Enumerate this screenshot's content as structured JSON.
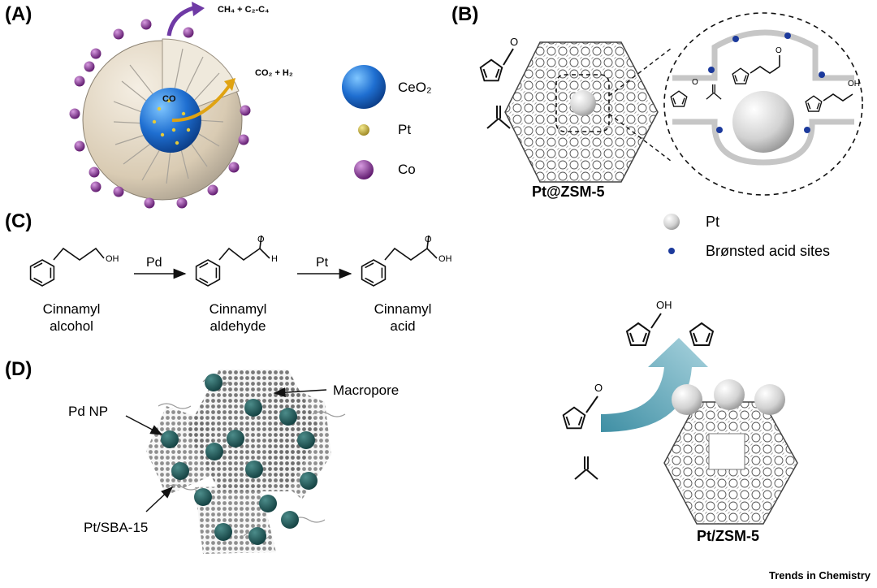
{
  "panels": {
    "a": {
      "label": "(A)",
      "product_top": "CH₄ + C₂-C₄",
      "product_right": "CO₂ + H₂",
      "co_label": "CO",
      "legend": [
        {
          "label": "CeO₂",
          "color": "#1f6fd1"
        },
        {
          "label": "Pt",
          "color": "#c9b33a"
        },
        {
          "label": "Co",
          "color": "#7a2a86"
        }
      ]
    },
    "b": {
      "label": "(B)",
      "catalyst_name": "Pt@ZSM-5",
      "legend": [
        {
          "label": "Pt",
          "color": "#cfcfcf"
        },
        {
          "label": "Brønsted acid sites",
          "color": "#1c3a9c"
        }
      ]
    },
    "c": {
      "label": "(C)",
      "arrow1": "Pd",
      "arrow2": "Pt",
      "compounds": [
        {
          "line1": "Cinnamyl",
          "line2": "alcohol",
          "group": "OH"
        },
        {
          "line1": "Cinnamyl",
          "line2": "aldehyde",
          "group": "H"
        },
        {
          "line1": "Cinnamyl",
          "line2": "acid",
          "group": "OH"
        }
      ]
    },
    "d": {
      "label": "(D)",
      "macropore": "Macropore",
      "pd_np": "Pd NP",
      "support": "Pt/SBA-15"
    },
    "e": {
      "catalyst_name": "Pt/ZSM-5"
    }
  },
  "chem_labels": {
    "oxygen": "O",
    "hydroxyl": "OH"
  },
  "footer": "Trends in Chemistry"
}
